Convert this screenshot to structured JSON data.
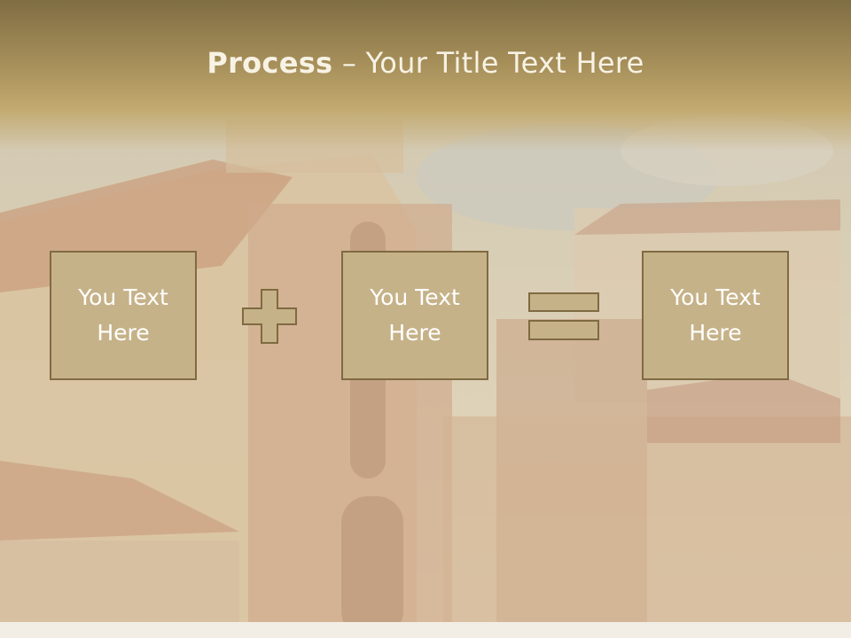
{
  "slide": {
    "title_bold": "Process",
    "title_rest": " – Your Title Text Here",
    "boxes": [
      {
        "text": "You Text\nHere"
      },
      {
        "text": "You Text\nHere"
      },
      {
        "text": "You Text\nHere"
      }
    ],
    "operators": [
      "plus-icon",
      "equals-icon"
    ]
  },
  "colors": {
    "box_fill": "#c6b288",
    "box_border": "#7f6a43",
    "title_band": "#a48d58",
    "text": "#ffffff"
  }
}
